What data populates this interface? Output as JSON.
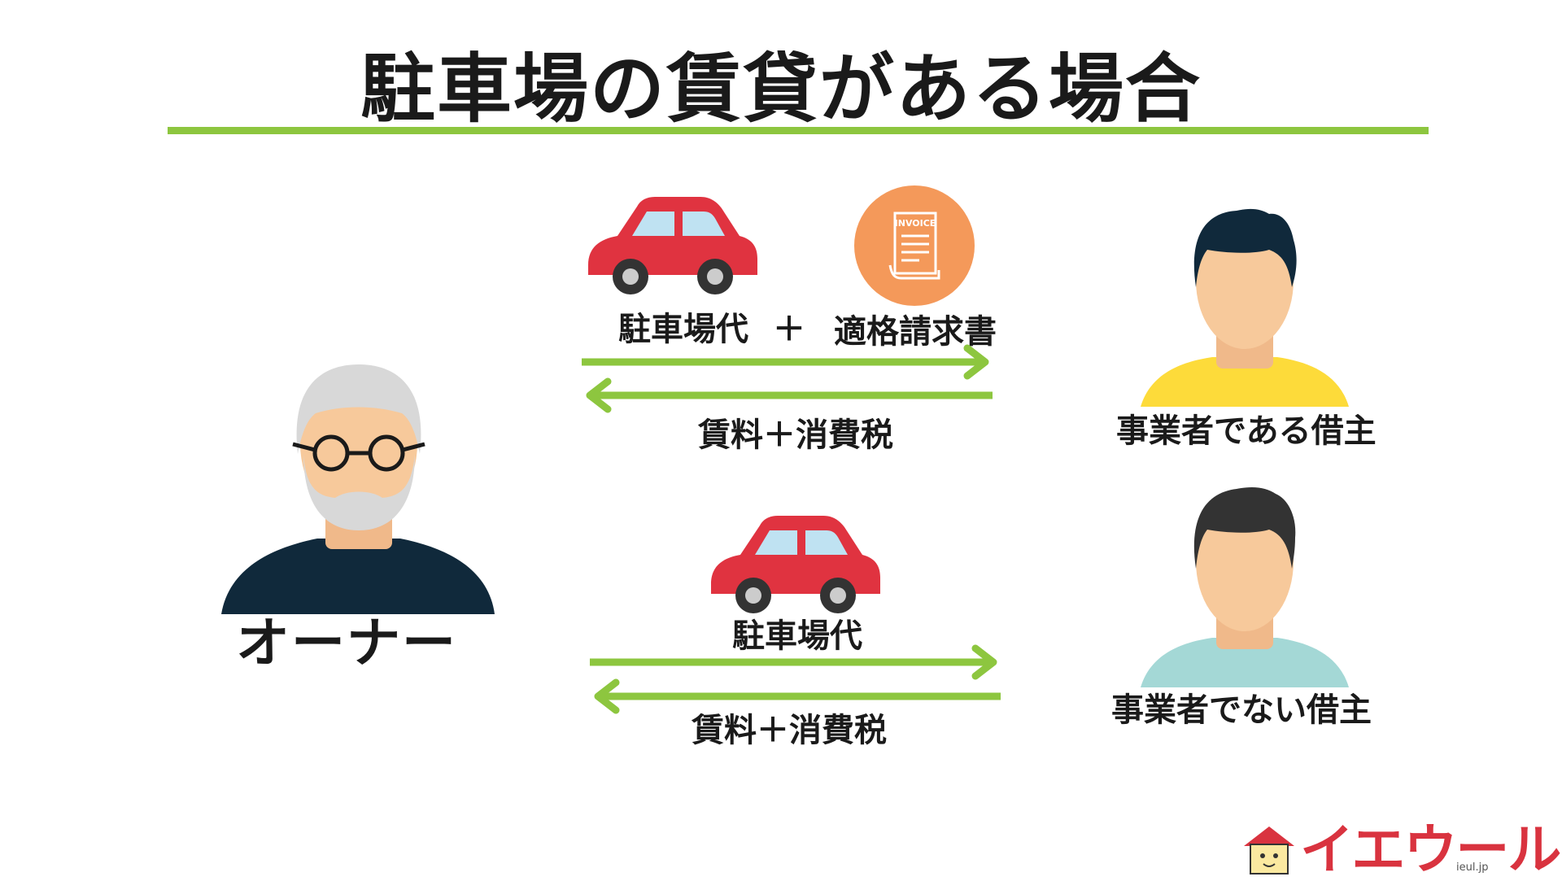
{
  "title": "駐車場の賃貸がある場合",
  "owner": {
    "label": "オーナー"
  },
  "business_case": {
    "forward_label_1": "駐車場代",
    "plus": "＋",
    "forward_label_2": "適格請求書",
    "invoice_icon_text": "INVOICE",
    "return_label": "賃料＋消費税",
    "tenant_label": "事業者である借主"
  },
  "non_business_case": {
    "forward_label": "駐車場代",
    "return_label": "賃料＋消費税",
    "tenant_label": "事業者でない借主"
  },
  "logo": {
    "text": "イエウール",
    "domain": "ieul.jp"
  },
  "colors": {
    "accent_green": "#8dc63f",
    "car_red": "#e03340",
    "invoice_orange": "#f4995a",
    "tenant1_shirt": "#fddb3a",
    "tenant2_shirt": "#a4d8d6",
    "owner_shirt": "#10293b",
    "skin": "#f7c99b",
    "logo_red": "#d9333f"
  }
}
